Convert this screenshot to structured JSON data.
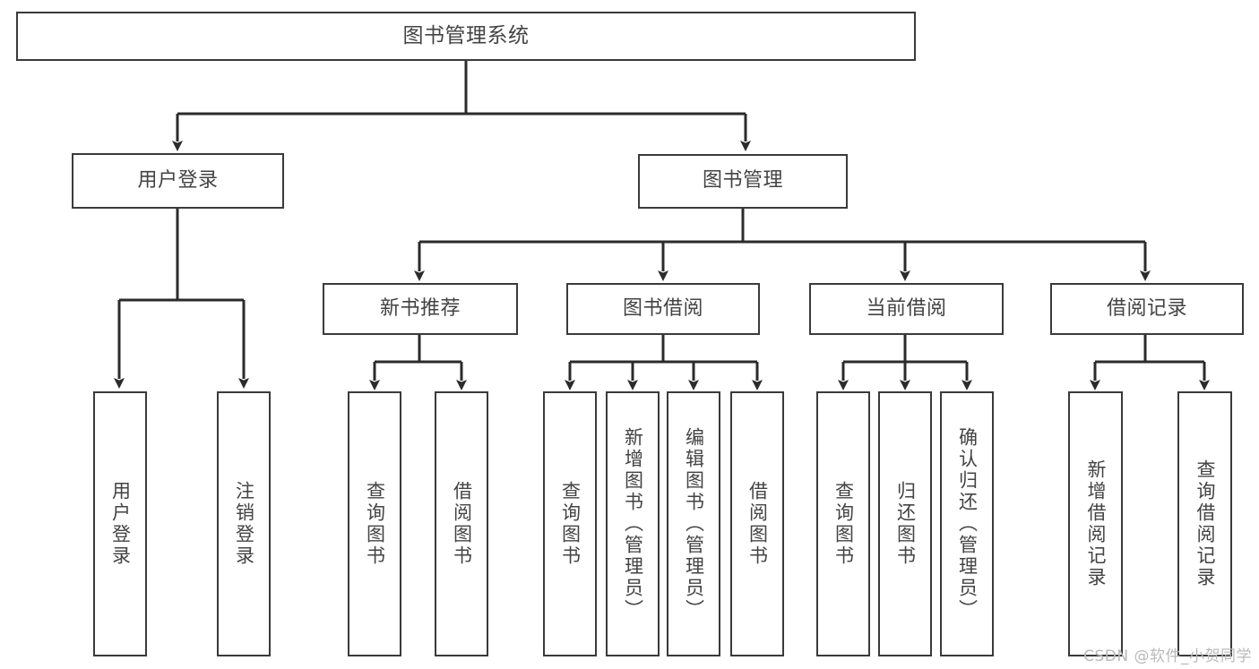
{
  "diagram": {
    "type": "tree-hierarchy",
    "title": "图书管理系统",
    "orientation": "top-down",
    "colors": {
      "background": "#ffffff",
      "box_border": "#3a3a3a",
      "box_fill": "#ffffff",
      "connector": "#2b2b2b",
      "text": "#434343",
      "watermark": "#b9b9b9"
    },
    "root": {
      "label": "图书管理系统"
    },
    "level2": [
      {
        "label": "用户登录"
      },
      {
        "label": "图书管理"
      }
    ],
    "level3": [
      {
        "label": "新书推荐"
      },
      {
        "label": "图书借阅"
      },
      {
        "label": "当前借阅"
      },
      {
        "label": "借阅记录"
      }
    ],
    "leaves": {
      "user_login": [
        {
          "label": "用户登录"
        },
        {
          "label": "注销登录"
        }
      ],
      "new_book_recommend": [
        {
          "label": "查询图书"
        },
        {
          "label": "借阅图书"
        }
      ],
      "book_borrow": [
        {
          "label": "查询图书"
        },
        {
          "label": "新增图书（管理员）"
        },
        {
          "label": "编辑图书（管理员）"
        },
        {
          "label": "借阅图书"
        }
      ],
      "current_borrow": [
        {
          "label": "查询图书"
        },
        {
          "label": "归还图书"
        },
        {
          "label": "确认归还（管理员）"
        }
      ],
      "borrow_records": [
        {
          "label": "新增借阅记录"
        },
        {
          "label": "查询借阅记录"
        }
      ]
    },
    "watermark": "CSDN @软件_小贺同学"
  }
}
